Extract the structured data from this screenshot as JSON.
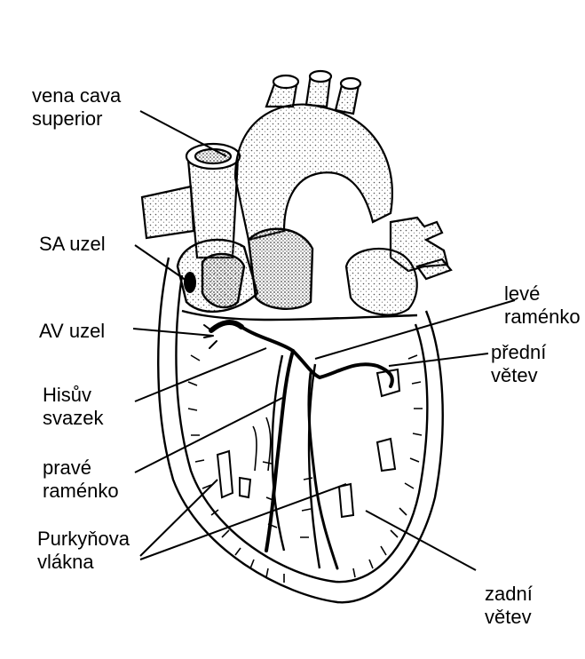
{
  "labels": {
    "vena_cava": [
      "vena cava",
      "superior"
    ],
    "sa_node": [
      "SA uzel"
    ],
    "av_node": [
      "AV uzel"
    ],
    "bundle_of_his": [
      "Hisův",
      "svazek"
    ],
    "right_bundle": [
      "pravé",
      "raménko"
    ],
    "purkinje": [
      "Purkyňova",
      "vlákna"
    ],
    "left_bundle": [
      "levé",
      "raménko"
    ],
    "anterior_branch": [
      "přední",
      "větev"
    ],
    "posterior_branch": [
      "zadní",
      "větev"
    ]
  },
  "colors": {
    "ink": "#000000",
    "paper": "#ffffff",
    "stipple": "#555555"
  }
}
